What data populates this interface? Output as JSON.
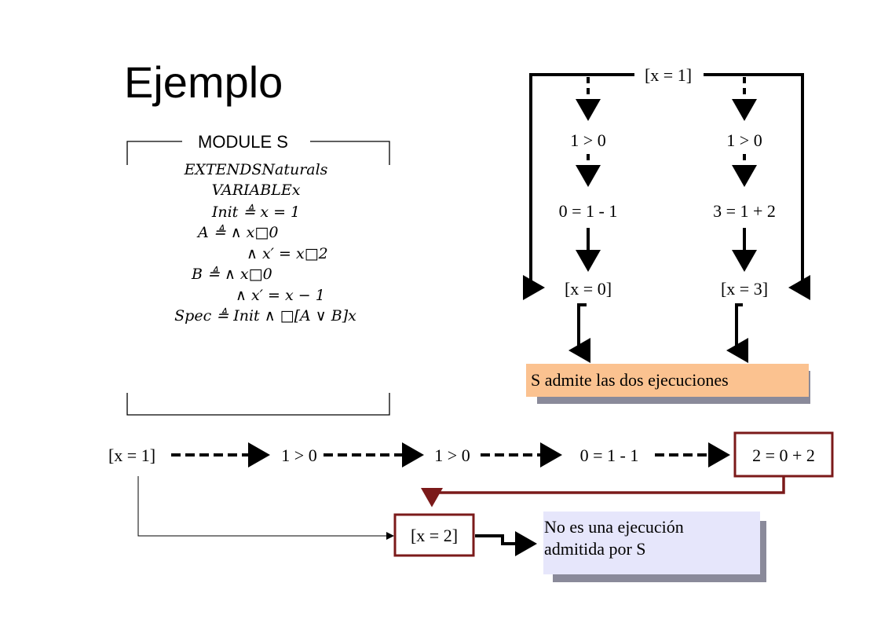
{
  "slide": {
    "title": "Ejemplo"
  },
  "module": {
    "label": "MODULE S",
    "lines": [
      "EXTENDSNaturals",
      "VARIABLEx",
      "Init ≜ x = 1",
      "A ≜        ∧ x□0",
      "∧ x′ = x□2",
      "B ≜        ∧ x□0",
      "∧ x′ = x − 1",
      "Spec ≜ Init ∧ □[A ∨ B]x"
    ]
  },
  "tree": {
    "root": "[x = 1]",
    "left": {
      "guard": "1 > 0",
      "step": "0 = 1 - 1",
      "state": "[x = 0]"
    },
    "right": {
      "guard": "1 > 0",
      "step": "3 = 1 + 2",
      "state": "[x = 3]"
    },
    "callout": "S admite las dos ejecuciones"
  },
  "chain": {
    "nodes": [
      "[x = 1]",
      "1 > 0",
      "1 > 0",
      "0 = 1 - 1",
      "2 = 0 + 2"
    ],
    "result": "[x = 2]",
    "callout_line1": "No es una ejecución",
    "callout_line2": "admitida por S"
  },
  "colors": {
    "highlight_border": "#7b1a1a",
    "callout_orange": "#fbc290",
    "callout_lavender": "#e6e6fb",
    "shadow": "#8a8a9a"
  }
}
